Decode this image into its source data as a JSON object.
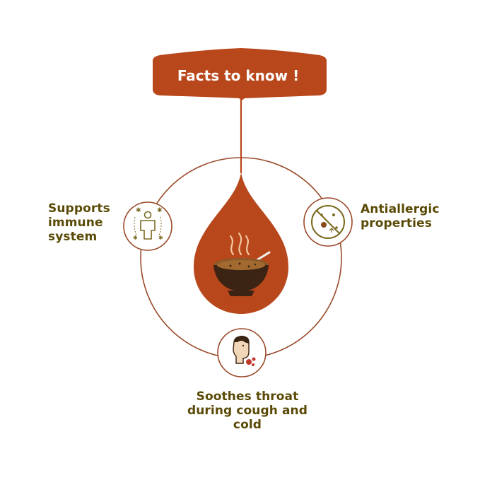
{
  "banner": {
    "title": "Facts to know !"
  },
  "facts": {
    "left": [
      "Supports",
      "immune",
      "system"
    ],
    "right": [
      "Antiallergic",
      "properties"
    ],
    "bottom": [
      "Soothes throat",
      "during cough and",
      "cold"
    ]
  },
  "icons": {
    "center": "soup-bowl-icon",
    "left": "immune-person-icon",
    "right": "no-allergen-icon",
    "bottom": "coughing-person-icon"
  },
  "colors": {
    "accent": "#b8471b",
    "outline": "#9a4a2a",
    "text": "#5a4a06"
  }
}
